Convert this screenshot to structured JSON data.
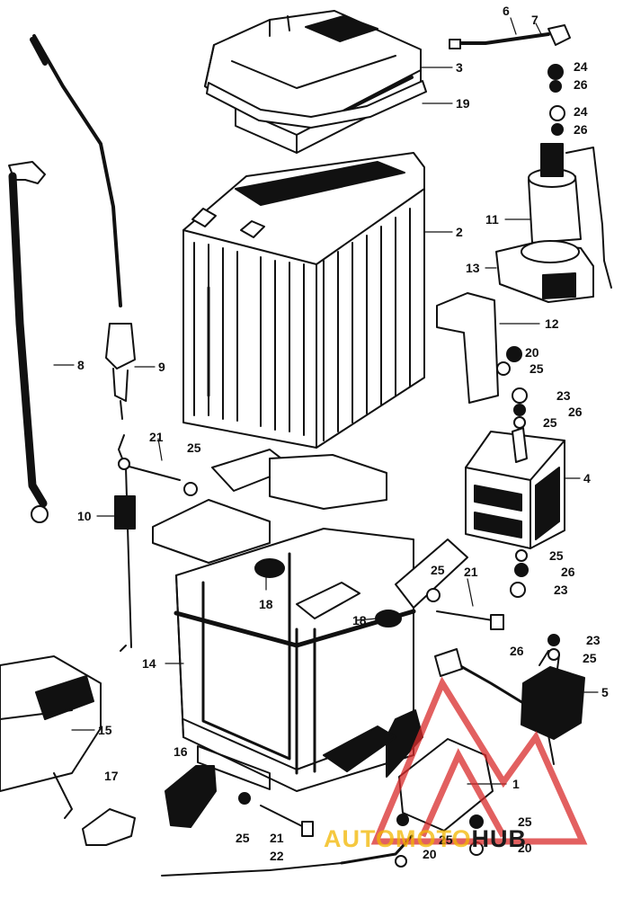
{
  "labels": {
    "l1": "1",
    "l2": "2",
    "l3": "3",
    "l4": "4",
    "l5": "5",
    "l6": "6",
    "l7": "7",
    "l8": "8",
    "l9": "9",
    "l10": "10",
    "l11": "11",
    "l12": "12",
    "l13": "13",
    "l14": "14",
    "l15": "15",
    "l16": "16",
    "l17": "17",
    "l18a": "18",
    "l18b": "18",
    "l19": "19",
    "l20a": "20",
    "l20b": "20",
    "l20c": "20",
    "l21a": "21",
    "l21b": "21",
    "l21c": "21",
    "l22": "22",
    "l23a": "23",
    "l23b": "23",
    "l23c": "23",
    "l24a": "24",
    "l24b": "24",
    "l25a": "25",
    "l25b": "25",
    "l25c": "25",
    "l25d": "25",
    "l25e": "25",
    "l25f": "25",
    "l25g": "25",
    "l25h": "25",
    "l25i": "25",
    "l26a": "26",
    "l26b": "26",
    "l26c": "26",
    "l26d": "26",
    "l26e": "26"
  },
  "watermark": {
    "part_a": "AUTOMOTO",
    "part_b": "HUB"
  },
  "colors": {
    "line": "#111111",
    "watermark_red": "#d92b2b",
    "watermark_yellow": "#f2b600"
  }
}
